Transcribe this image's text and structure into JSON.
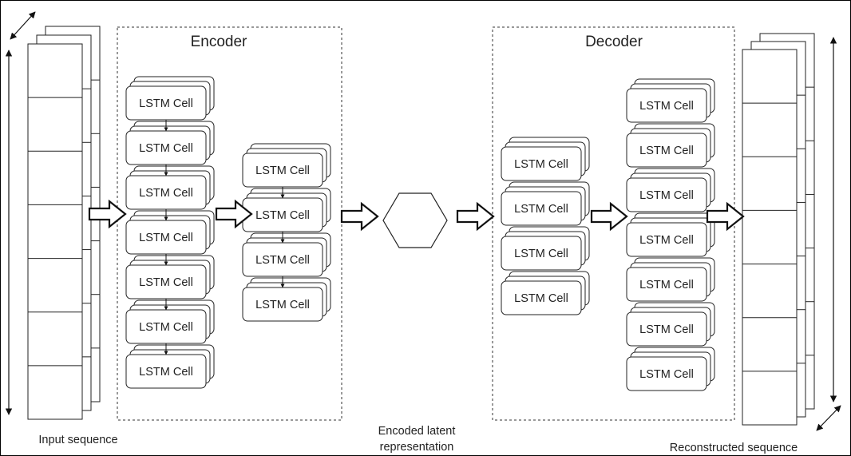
{
  "encoder": {
    "title": "Encoder",
    "layer1_count": 7,
    "layer2_count": 4
  },
  "decoder": {
    "title": "Decoder",
    "layer1_count": 4,
    "layer2_count": 7
  },
  "cell_label": "LSTM Cell",
  "input_sequence": {
    "caption": "Input sequence",
    "rows": 7
  },
  "latent": {
    "caption_line1": "Encoded latent",
    "caption_line2": "representation"
  },
  "output_sequence": {
    "caption": "Reconstructed sequence",
    "rows": 7
  }
}
